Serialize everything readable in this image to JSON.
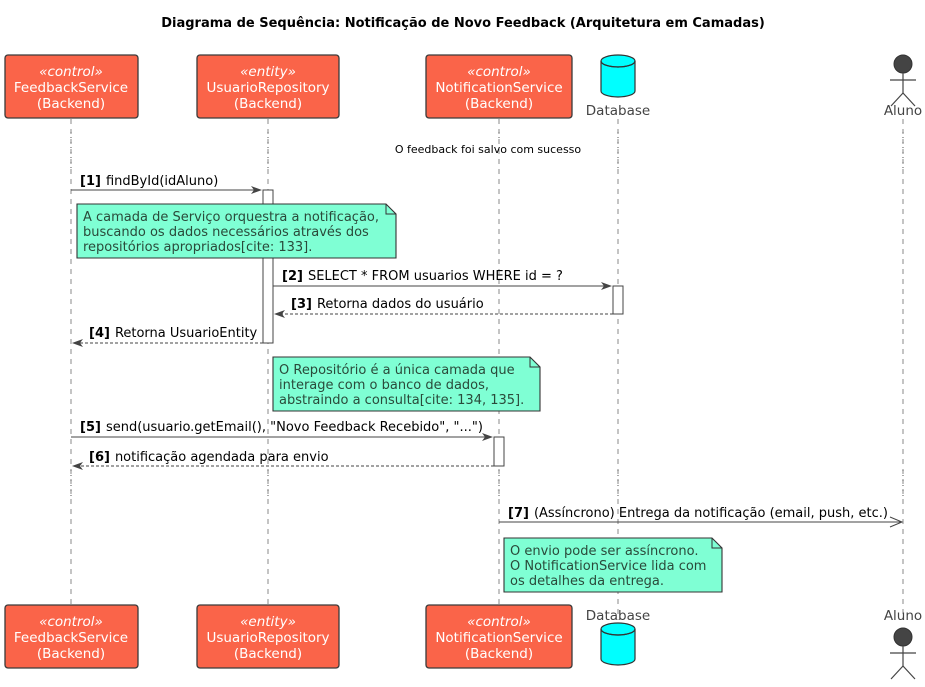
{
  "title": "Diagrama de Sequência: Notificação de Novo Feedback (Arquitetura em Camadas)",
  "participants": [
    {
      "stereotype": "«control»",
      "name": "FeedbackService",
      "sub": "(Backend)"
    },
    {
      "stereotype": "«entity»",
      "name": "UsuarioRepository",
      "sub": "(Backend)"
    },
    {
      "stereotype": "«control»",
      "name": "NotificationService",
      "sub": "(Backend)"
    },
    {
      "name": "Database"
    },
    {
      "name": "Aluno"
    }
  ],
  "divider_text": "O feedback foi salvo com sucesso",
  "messages": [
    {
      "num": "[1]",
      "text": "findById(idAluno)"
    },
    {
      "num": "[2]",
      "text": "SELECT * FROM usuarios WHERE id = ?"
    },
    {
      "num": "[3]",
      "text": "Retorna dados do usuário"
    },
    {
      "num": "[4]",
      "text": "Retorna UsuarioEntity"
    },
    {
      "num": "[5]",
      "text": "send(usuario.getEmail(), \"Novo Feedback Recebido\", \"...\")"
    },
    {
      "num": "[6]",
      "text": "notificação agendada para envio"
    },
    {
      "num": "[7]",
      "text": "(Assíncrono) Entrega da notificação (email, push, etc.)"
    }
  ],
  "notes": [
    {
      "lines": [
        "A camada de Serviço orquestra a notificação,",
        "buscando os dados necessários através dos",
        "repositórios apropriados[cite: 133]."
      ]
    },
    {
      "lines": [
        "O Repositório é a única camada que",
        "interage com o banco de dados,",
        "abstraindo a consulta[cite: 134, 135]."
      ]
    },
    {
      "lines": [
        "O envio pode ser assíncrono.",
        "O NotificationService lida com",
        "os detalhes da entrega."
      ]
    }
  ],
  "colors": {
    "participant_fill": "#fa6449",
    "database_fill": "#00ffff",
    "note_fill": "#7fffd4",
    "actor_head": "#444444"
  }
}
